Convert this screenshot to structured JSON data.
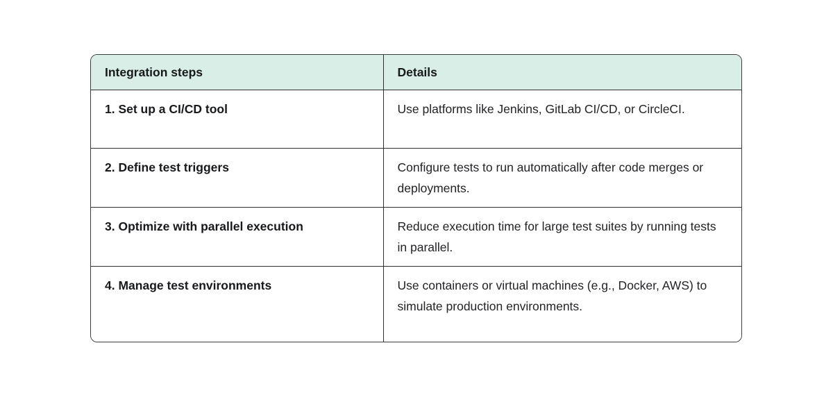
{
  "table": {
    "header_bg": "#d8eee6",
    "border_color": "#2e2e2e",
    "columns": {
      "steps_label": "Integration steps",
      "details_label": "Details"
    },
    "rows": [
      {
        "step": "1. Set up a CI/CD tool",
        "details": "Use platforms like Jenkins, GitLab CI/CD, or CircleCI."
      },
      {
        "step": "2. Define test triggers",
        "details": "Configure tests to run automatically after code merges or deployments."
      },
      {
        "step": "3. Optimize with parallel execution",
        "details": "Reduce execution time for large test suites by running tests in parallel."
      },
      {
        "step": "4. Manage test environments",
        "details": "Use containers or virtual machines (e.g., Docker, AWS) to simulate production environments."
      }
    ]
  }
}
